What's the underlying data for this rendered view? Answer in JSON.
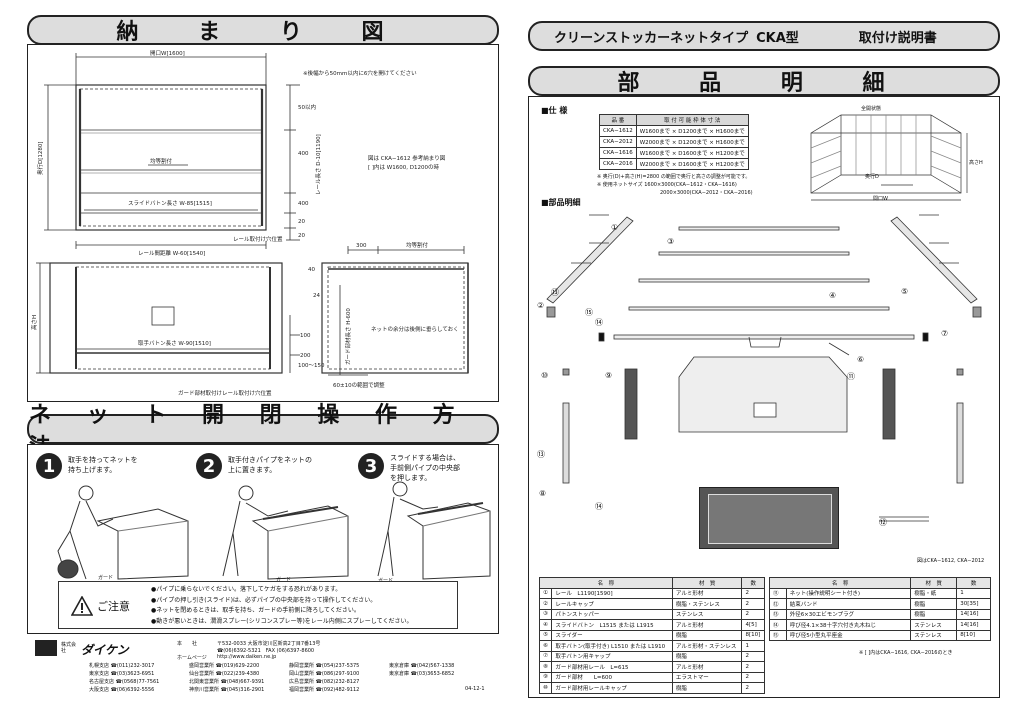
{
  "left": {
    "banner1": "納 ま り 図",
    "diagram": {
      "opening_w": "開口W[1600]",
      "note_top": "※後幅から50mm以内に6穴を開けてください",
      "dim_50": "50以内",
      "depth_d": "奥行D[1280]",
      "rail_length": "レール長さ D-10[1190]",
      "even_mount": "均等割付",
      "dim_400a": "400",
      "dim_400b": "400",
      "dim_20a": "20",
      "dim_20b": "20",
      "slide_baton": "スライドバトン長さ W-85[1515]",
      "rail_mount_pos": "レール取付け穴位置",
      "ref_note1": "図は CKA−1612 参考納まり図",
      "ref_note2": "[ ]内は W1600, D1200の時",
      "rail_spacing": "レール間距離 W-60[1540]",
      "dim_300": "300",
      "even_mount2": "均等割付",
      "height_h": "高さH",
      "dim_40": "40",
      "dim_24": "24",
      "net_note": "ネットの余分は後側に垂らしておく",
      "handle_baton": "取手バトン長さ W-90[1510]",
      "guard_len": "ガード部材長さ H-600",
      "dim_100": "100",
      "dim_200": "200",
      "dim_100_150": "100〜150",
      "dim_100b": "100",
      "adjust": "60±10の範囲で調整",
      "guard_mount": "ガード部材取付けレール取付け穴位置"
    },
    "banner2": "ネ ッ ト 開 閉 操 作 方 法",
    "steps": [
      {
        "num": "1",
        "text1": "取手を持ってネットを",
        "text2": "持ち上げます。"
      },
      {
        "num": "2",
        "text1": "取手付きパイプをネットの",
        "text2": "上に置きます。"
      },
      {
        "num": "3",
        "text1": "スライドする場合は、",
        "text2": "手前側パイプの中央部",
        "text3": "を押します。"
      }
    ],
    "guard1": "ガード",
    "guard2": "ガード",
    "guard3": "ガード",
    "caution_title": "ご注意",
    "caution_items": [
      "●パイプに乗らないでください。落下してケガをする恐れがあります。",
      "●パイプの押し引き(スライド)は、必ずパイプの中央部を持って操作してください。",
      "●ネットを閉めるときは、取手を持ち、ガードの手前側に降ろしてください。",
      "●動きが悪いときは、潤滑スプレー(シリコンスプレー等)をレール内側にスプレーしてください。"
    ],
    "company": {
      "prefix": "株式会社",
      "name": "ダイケン",
      "hq_label": "本　　社",
      "hq_addr": "〒532-0033 大阪市淀川区新高2丁目7番13号",
      "hq_tel": "☎(06)6392-5321　FAX (06)6397-8600",
      "homepage_label": "ホームページ",
      "homepage": "http://www.daiken.ne.jp",
      "branches": [
        [
          "札幌支店 ☎(011)232-3017",
          "盛岡営業所 ☎(019)629-2200",
          "静岡営業所 ☎(054)237-5375",
          "東京倉庫 ☎(042)567-1338"
        ],
        [
          "東京支店 ☎(03)3623-6951",
          "仙台営業所 ☎(022)239-4380",
          "岡山営業所 ☎(086)297-9100",
          "東京倉庫 ☎(03)3653-6852"
        ],
        [
          "名古屋支店 ☎(0568)77-7561",
          "北関東営業所 ☎(048)667-9391",
          "広島営業所 ☎(082)232-8127",
          ""
        ],
        [
          "大阪支店 ☎(06)6392-5556",
          "神奈川営業所 ☎(045)316-2901",
          "福岡営業所 ☎(092)482-9112",
          ""
        ]
      ],
      "code": "04-12-1"
    }
  },
  "right": {
    "title_product": "クリーンストッカーネットタイプ",
    "title_model": "CKA型",
    "title_doc": "取付け説明書",
    "banner": "部 品 明 細",
    "spec_heading": "■仕 様",
    "spec_table": {
      "headers": [
        "品 番",
        "取 付 可 能 枠 体 寸 法"
      ],
      "rows": [
        [
          "CKA−1612",
          "W1600まで × D1200まで × H1600まで"
        ],
        [
          "CKA−2012",
          "W2000まで × D1200まで × H1600まで"
        ],
        [
          "CKA−1616",
          "W1600まで × D1600まで × H1200まで"
        ],
        [
          "CKA−2016",
          "W2000まで × D1600まで × H1200まで"
        ]
      ]
    },
    "spec_note1": "※ 奥行(D)+高さ(H)=2800 の範囲で奥行と高さの調整が可能です。",
    "spec_note2": "※ 使用ネットサイズ 1600×3000(CKA−1612・CKA−1616)",
    "spec_note3": "2000×3000(CKA−2012・CKA−2016)",
    "fig_open": "全開状態",
    "fig_height": "高さH",
    "fig_depth": "奥行D",
    "fig_width": "間口W",
    "parts_heading": "■部品明細",
    "parts_fig_note": "図はCKA−1612, CKA−2012",
    "callouts": [
      "①",
      "②",
      "③",
      "④",
      "⑤",
      "⑥",
      "⑦",
      "⑧",
      "⑨",
      "⑩",
      "⑪",
      "⑫",
      "⑬",
      "⑭",
      "⑮"
    ],
    "parts_headers": [
      "名　称",
      "材　質",
      "数"
    ],
    "parts_left": [
      [
        "①",
        "レール　L1190[1590]",
        "アルミ形材",
        "2"
      ],
      [
        "②",
        "レールキャップ",
        "樹脂・ステンレス",
        "2"
      ],
      [
        "③",
        "パトンストッパー",
        "ステンレス",
        "2"
      ],
      [
        "④",
        "スライドバトン　L1515 または L1915",
        "アルミ形材",
        "4[5]"
      ],
      [
        "⑤",
        "スライダー",
        "樹脂",
        "8[10]"
      ],
      [
        "⑥",
        "取手バトン(取手付き) L1510 または L1910",
        "アルミ形材・ステンレス",
        "1"
      ],
      [
        "⑦",
        "取手バトン用キャップ",
        "樹脂",
        "2"
      ],
      [
        "⑧",
        "ガード部材用レール　L=615",
        "アルミ形材",
        "2"
      ],
      [
        "⑨",
        "ガード部材　　L=600",
        "エラストマー",
        "2"
      ],
      [
        "⑩",
        "ガード部材用レールキャップ",
        "樹脂",
        "2"
      ]
    ],
    "parts_right": [
      [
        "⑪",
        "ネット(操作説明シート付き)",
        "樹脂・紙",
        "1"
      ],
      [
        "⑫",
        "結束バンド",
        "樹脂",
        "30[35]"
      ],
      [
        "⑬",
        "外径6×30エビモンプラグ",
        "樹脂",
        "14[16]"
      ],
      [
        "⑭",
        "呼び径4.1×38十字穴付き丸木ねじ",
        "ステンレス",
        "14[16]"
      ],
      [
        "⑮",
        "呼び径5小型丸平座金",
        "ステンレス",
        "8[10]"
      ]
    ],
    "parts_note": "※ [ ]内はCKA−1616, CKA−2016のとき"
  }
}
